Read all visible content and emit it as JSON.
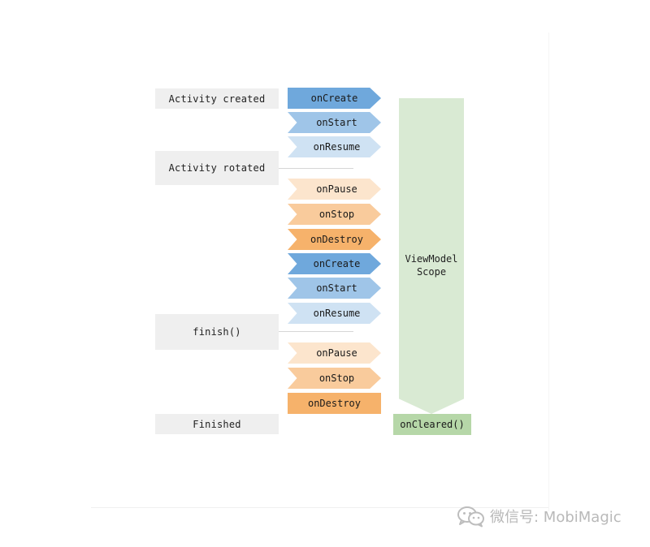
{
  "events": [
    {
      "label": "Activity created"
    },
    {
      "label": "Activity rotated"
    },
    {
      "label": "finish()"
    },
    {
      "label": "Finished"
    }
  ],
  "steps": [
    {
      "label": "onCreate",
      "color": "#6fa8dc"
    },
    {
      "label": "onStart",
      "color": "#9fc5e8"
    },
    {
      "label": "onResume",
      "color": "#cfe2f3"
    },
    {
      "label": "onPause",
      "color": "#fce5cd"
    },
    {
      "label": "onStop",
      "color": "#f9cb9c"
    },
    {
      "label": "onDestroy",
      "color": "#f6b26b"
    },
    {
      "label": "onCreate",
      "color": "#6fa8dc"
    },
    {
      "label": "onStart",
      "color": "#9fc5e8"
    },
    {
      "label": "onResume",
      "color": "#cfe2f3"
    },
    {
      "label": "onPause",
      "color": "#fce5cd"
    },
    {
      "label": "onStop",
      "color": "#f9cb9c"
    },
    {
      "label": "onDestroy",
      "color": "#f6b26b"
    }
  ],
  "scope": {
    "line1": "ViewModel",
    "line2": "Scope",
    "color": "#d9ead3"
  },
  "cleared": {
    "label": "onCleared()",
    "color": "#b6d7a8"
  },
  "watermark": {
    "text": "微信号: MobiMagic",
    "icon": "wechat-icon"
  }
}
